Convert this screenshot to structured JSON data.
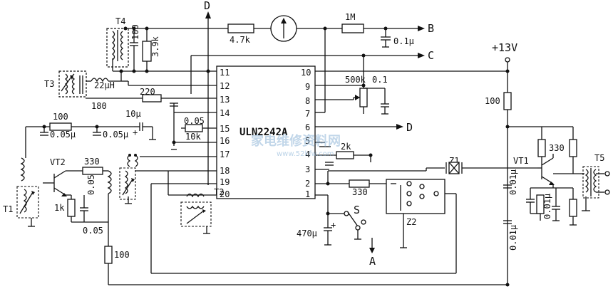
{
  "chip": {
    "name": "ULN2242A",
    "pins_left": [
      "11",
      "12",
      "13",
      "14",
      "15",
      "16",
      "17",
      "18",
      "19",
      "20"
    ],
    "pins_right": [
      "10",
      "9",
      "8",
      "7",
      "6",
      "5",
      "4",
      "3",
      "2",
      "1"
    ]
  },
  "components": {
    "T1": "T1",
    "T2": "T2",
    "T3": "T3",
    "T4": "T4",
    "T5": "T5",
    "VT1": "VT1",
    "VT2": "VT2",
    "Z1": "Z1",
    "Z2": "Z2",
    "S": "S",
    "r_4k7": "4.7k",
    "r_1M": "1M",
    "c_01u_top": "0.1μ",
    "c_100_t4": "100",
    "r_3k9": "3.9k",
    "l_22uH": "22μH",
    "r_220": "220",
    "v_180": "180",
    "c_005_14": "0.05",
    "r_10k": "10k",
    "r_100_left": "100",
    "c_005u_a": "0.05μ",
    "c_005u_b": "0.05μ",
    "c_10u": "10μ",
    "r_330_vt2": "330",
    "r_1k": "1k",
    "c_005_a": "0.05",
    "c_005_b": "0.05",
    "r_100_bottom": "100",
    "c_470u": "470μ",
    "r_500k": "500k",
    "c_01": "0.1",
    "r_2k": "2k",
    "r_330_pin2": "330",
    "r_100_right": "100",
    "r_330_vt1": "330",
    "c_001u_a": "0.01μ",
    "c_001u_b": "0.01μ",
    "c_001u_c": "0.01μ"
  },
  "terminals": {
    "B": "B",
    "C": "C",
    "D_top": "D",
    "D_right": "D",
    "A": "A",
    "supply": "+13V"
  },
  "watermark": {
    "line1": "家电维修资料网",
    "line2": "www.52kfw.com"
  }
}
